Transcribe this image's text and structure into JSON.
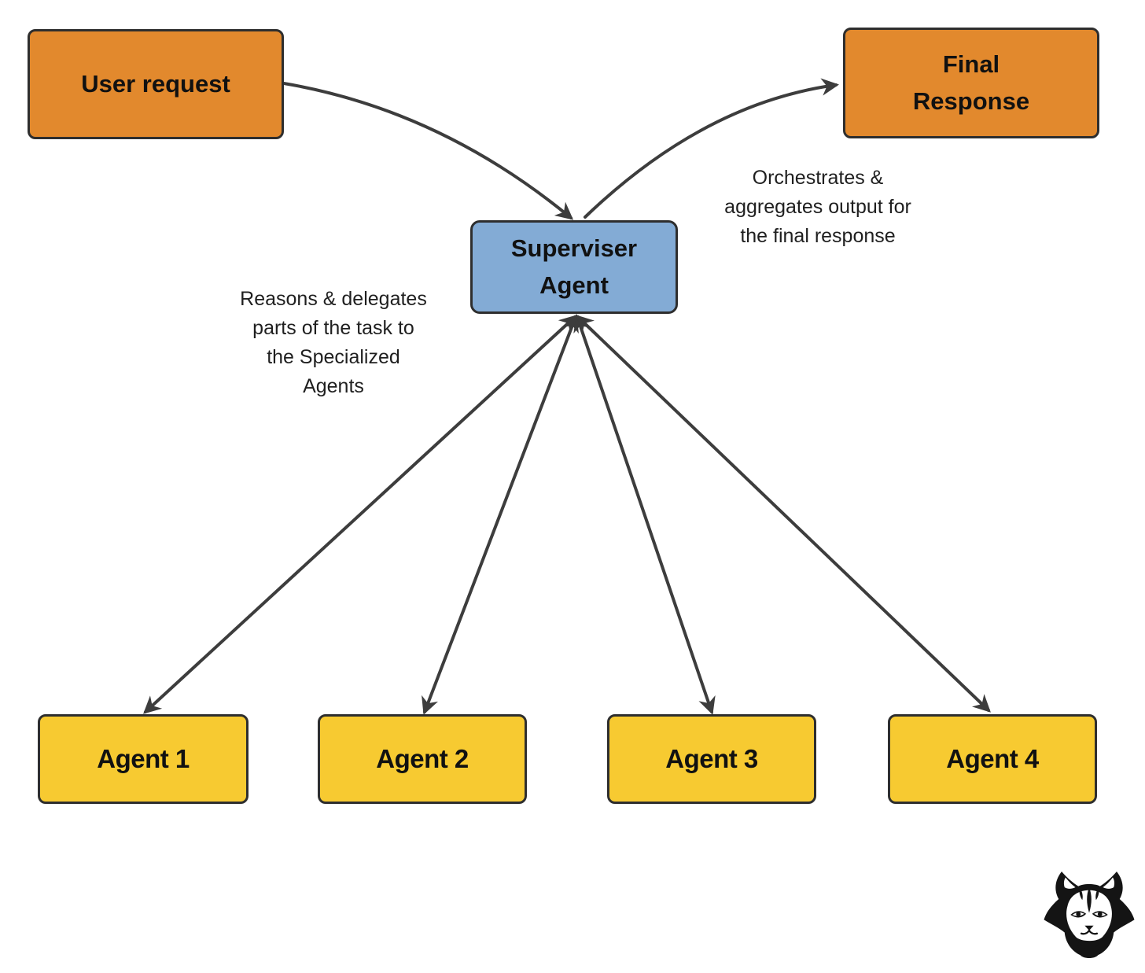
{
  "colors": {
    "orange": "#E2892D",
    "blue": "#83ABD5",
    "yellow": "#F7CA31",
    "arrow": "#3D3D3D",
    "border": "#2E2E2E",
    "text": "#111111",
    "logo": "#141414",
    "bg": "#FFFFFF"
  },
  "nodes": {
    "user_request": {
      "label": "User request"
    },
    "final_response": {
      "lines": [
        "Final",
        "Response"
      ]
    },
    "supervisor": {
      "lines": [
        "Superviser",
        "Agent"
      ]
    },
    "agents": [
      {
        "label": "Agent 1"
      },
      {
        "label": "Agent 2"
      },
      {
        "label": "Agent 3"
      },
      {
        "label": "Agent 4"
      }
    ]
  },
  "annotations": {
    "orchestrates": {
      "lines": [
        "Orchestrates &",
        "aggregates output for",
        "the final response"
      ]
    },
    "delegates": {
      "lines": [
        "Reasons & delegates",
        "parts of the task to",
        "the Specialized",
        "Agents"
      ]
    }
  },
  "edges": {
    "user_to_supervisor": "user_request -> supervisor",
    "supervisor_to_final": "supervisor -> final_response",
    "supervisor_agents": "supervisor <-> agent 1..4"
  },
  "logo": {
    "name": "cat-logo"
  }
}
